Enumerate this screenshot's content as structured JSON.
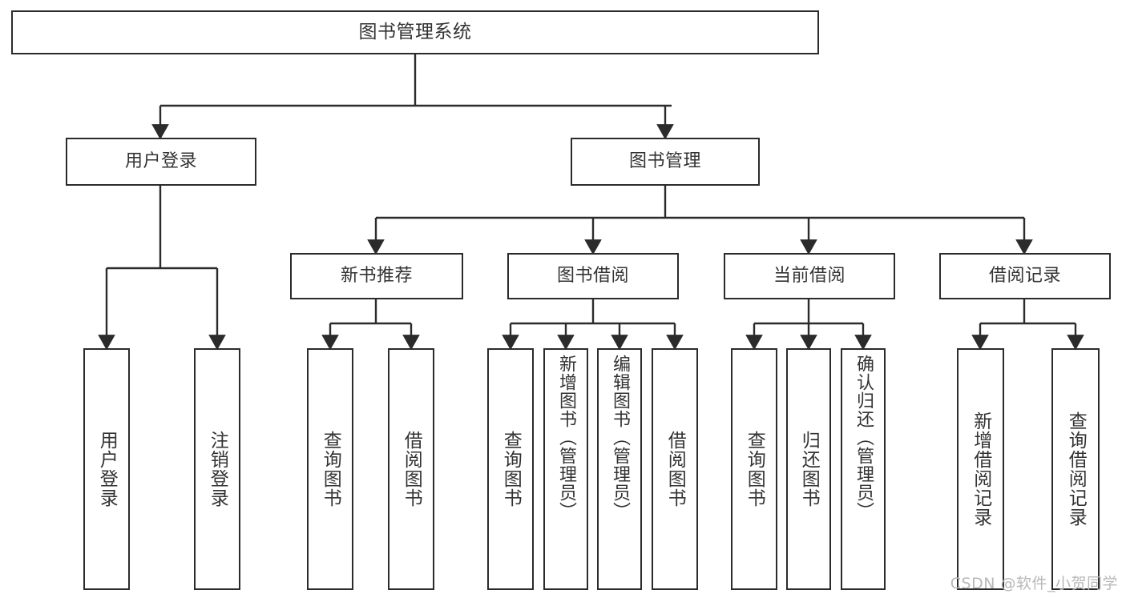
{
  "diagram": {
    "title": "图书管理系统",
    "type": "tree",
    "orientation": "top-down",
    "colors": {
      "box_border": "#2b2b2b",
      "box_fill": "#ffffff",
      "connector": "#2b2b2b",
      "text": "#333333",
      "background": "#ffffff",
      "watermark": "#b8b8b8"
    },
    "nodes": {
      "root": {
        "label": "图书管理系统",
        "level": 1
      },
      "user_login": {
        "label": "用户登录",
        "level": 2
      },
      "book_manage": {
        "label": "图书管理",
        "level": 2
      },
      "new_book_rec": {
        "label": "新书推荐",
        "level": 3
      },
      "book_borrow": {
        "label": "图书借阅",
        "level": 3
      },
      "current_borrow": {
        "label": "当前借阅",
        "level": 3
      },
      "borrow_record": {
        "label": "借阅记录",
        "level": 3
      },
      "leaf_user_login": {
        "label": "用户登录",
        "level": 4,
        "parent": "用户登录"
      },
      "leaf_logout": {
        "label": "注销登录",
        "level": 4,
        "parent": "用户登录"
      },
      "leaf_query_book_1": {
        "label": "查询图书",
        "level": 4,
        "parent": "新书推荐"
      },
      "leaf_borrow_book_1": {
        "label": "借阅图书",
        "level": 4,
        "parent": "新书推荐"
      },
      "leaf_query_book_2": {
        "label": "查询图书",
        "level": 4,
        "parent": "图书借阅"
      },
      "leaf_add_book": {
        "label": "新增图书（管理员）",
        "level": 4,
        "parent": "图书借阅"
      },
      "leaf_edit_book": {
        "label": "编辑图书（管理员）",
        "level": 4,
        "parent": "图书借阅"
      },
      "leaf_borrow_book_2": {
        "label": "借阅图书",
        "level": 4,
        "parent": "图书借阅"
      },
      "leaf_query_book_3": {
        "label": "查询图书",
        "level": 4,
        "parent": "当前借阅"
      },
      "leaf_return_book": {
        "label": "归还图书",
        "level": 4,
        "parent": "当前借阅"
      },
      "leaf_confirm_return": {
        "label": "确认归还（管理员）",
        "level": 4,
        "parent": "当前借阅"
      },
      "leaf_add_record": {
        "label": "新增借阅记录",
        "level": 4,
        "parent": "借阅记录"
      },
      "leaf_query_record": {
        "label": "查询借阅记录",
        "level": 4,
        "parent": "借阅记录"
      }
    }
  },
  "watermark": {
    "text": "CSDN @软件_小贺同学"
  }
}
